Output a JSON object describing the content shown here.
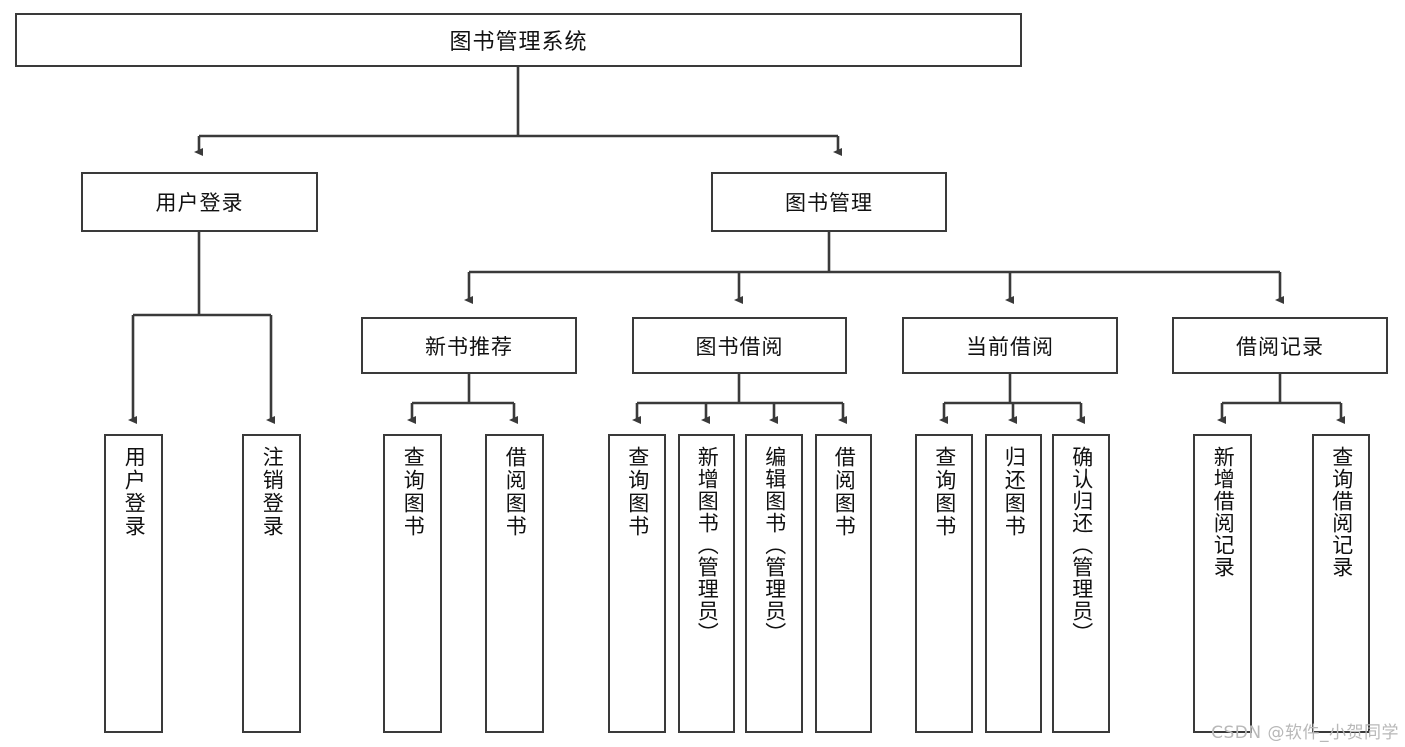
{
  "diagram": {
    "title": "图书管理系统",
    "type": "hierarchy-tree",
    "root": {
      "id": "root",
      "label": "图书管理系统"
    },
    "level1": [
      {
        "id": "user-login",
        "label": "用户登录"
      },
      {
        "id": "book-management",
        "label": "图书管理"
      }
    ],
    "level2": [
      {
        "id": "new-book-recommend",
        "label": "新书推荐",
        "parent": "book-management"
      },
      {
        "id": "book-borrow",
        "label": "图书借阅",
        "parent": "book-management"
      },
      {
        "id": "current-borrow",
        "label": "当前借阅",
        "parent": "book-management"
      },
      {
        "id": "borrow-record",
        "label": "借阅记录",
        "parent": "book-management"
      }
    ],
    "leaves": {
      "user_login": [
        {
          "id": "leaf-user-login",
          "label": "用户登录"
        },
        {
          "id": "leaf-logout",
          "label": "注销登录"
        }
      ],
      "new_book_recommend": [
        {
          "id": "leaf-query-book-1",
          "label": "查询图书"
        },
        {
          "id": "leaf-borrow-book-1",
          "label": "借阅图书"
        }
      ],
      "book_borrow": [
        {
          "id": "leaf-query-book-2",
          "label": "查询图书"
        },
        {
          "id": "leaf-add-book",
          "label": "新增图书（管理员）"
        },
        {
          "id": "leaf-edit-book",
          "label": "编辑图书（管理员）"
        },
        {
          "id": "leaf-borrow-book-2",
          "label": "借阅图书"
        }
      ],
      "current_borrow": [
        {
          "id": "leaf-query-book-3",
          "label": "查询图书"
        },
        {
          "id": "leaf-return-book",
          "label": "归还图书"
        },
        {
          "id": "leaf-confirm-return",
          "label": "确认归还（管理员）"
        }
      ],
      "borrow_record": [
        {
          "id": "leaf-add-record",
          "label": "新增借阅记录"
        },
        {
          "id": "leaf-query-record",
          "label": "查询借阅记录"
        }
      ]
    }
  },
  "watermark": {
    "text": "CSDN @软件_小贺同学"
  },
  "colors": {
    "stroke": "#3a3a3a",
    "text": "#111111",
    "background": "#ffffff",
    "watermark": "#b8b8b8"
  }
}
